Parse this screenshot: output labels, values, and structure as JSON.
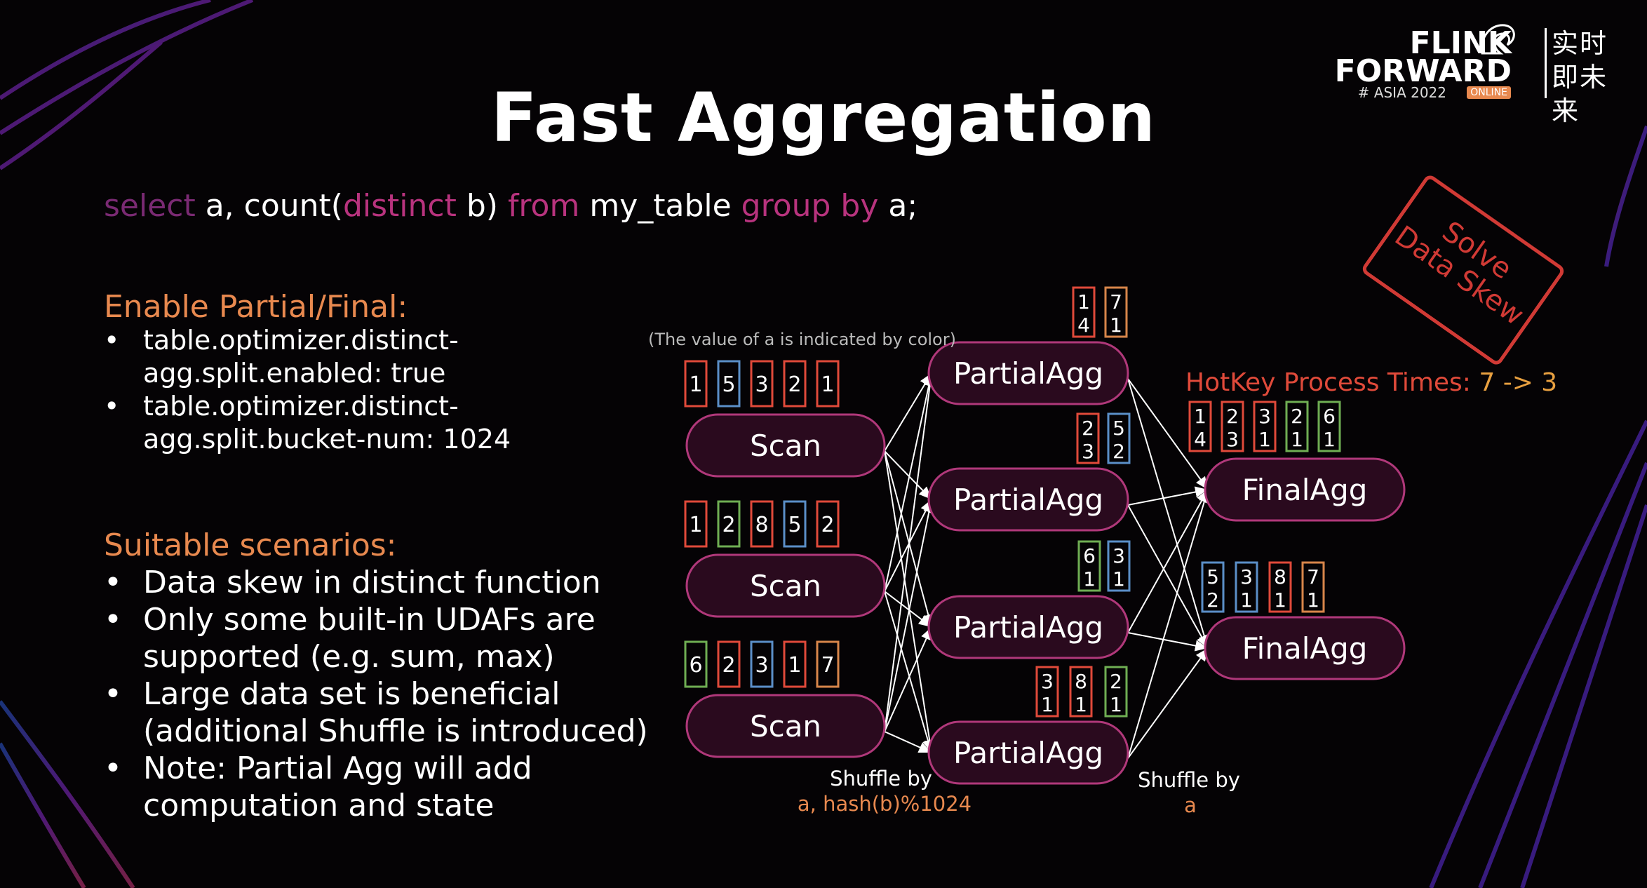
{
  "title": "Fast Aggregation",
  "sql": {
    "select": "select",
    "part1": " a, count(",
    "distinct": "distinct",
    "part2": " b) ",
    "from": "from",
    "part3": " my_table ",
    "groupby": "group by",
    "part4": " a;"
  },
  "partial_final": {
    "heading": "Enable Partial/Final:",
    "items": [
      "table.optimizer.distinct-agg.split.enabled: true",
      "table.optimizer.distinct-agg.split.bucket-num: 1024"
    ]
  },
  "scenarios": {
    "heading": "Suitable scenarios:",
    "items": [
      "Data skew in distinct function",
      "Only some built-in UDAFs are supported (e.g. sum, max)",
      "Large data set is beneficial (additional Shuffle is introduced)",
      "Note: Partial Agg will add computation and state"
    ]
  },
  "logo": {
    "line1": "FLINK",
    "line2": "FORWARD",
    "edition": "# ASIA 2022",
    "badge": "ONLINE",
    "cn": "实时即未来"
  },
  "stamp": {
    "line1": "Solve",
    "line2": "Data Skew"
  },
  "diagram": {
    "note": "(The value of a is indicated by color)",
    "hotkey_label": "HotKey Process Times: ",
    "hotkey_value": "7 -> 3",
    "shuffle1_label": "Shuffle by",
    "shuffle1_value": "a, hash(b)%1024",
    "shuffle2_label": "Shuffle by",
    "shuffle2_value": "a",
    "colors": {
      "red": "#e04a3a",
      "blue": "#5b8fc8",
      "orange": "#d8864a",
      "green": "#6fae53",
      "node_fill": "#2a0a1e",
      "node_stroke": "#b0387a"
    },
    "scan_nodes": [
      {
        "label": "Scan",
        "records": [
          {
            "v": "1",
            "c": "red"
          },
          {
            "v": "5",
            "c": "blue"
          },
          {
            "v": "3",
            "c": "red"
          },
          {
            "v": "2",
            "c": "red"
          },
          {
            "v": "1",
            "c": "red"
          }
        ]
      },
      {
        "label": "Scan",
        "records": [
          {
            "v": "1",
            "c": "red"
          },
          {
            "v": "2",
            "c": "green"
          },
          {
            "v": "8",
            "c": "red"
          },
          {
            "v": "5",
            "c": "blue"
          },
          {
            "v": "2",
            "c": "red"
          }
        ]
      },
      {
        "label": "Scan",
        "records": [
          {
            "v": "6",
            "c": "green"
          },
          {
            "v": "2",
            "c": "red"
          },
          {
            "v": "3",
            "c": "blue"
          },
          {
            "v": "1",
            "c": "red"
          },
          {
            "v": "7",
            "c": "orange"
          }
        ]
      }
    ],
    "partial_nodes": [
      {
        "label": "PartialAgg",
        "records": [
          {
            "t": "1",
            "b": "4",
            "c": "red"
          },
          {
            "t": "7",
            "b": "1",
            "c": "orange"
          }
        ]
      },
      {
        "label": "PartialAgg",
        "records": [
          {
            "t": "2",
            "b": "3",
            "c": "red"
          },
          {
            "t": "5",
            "b": "2",
            "c": "blue"
          }
        ]
      },
      {
        "label": "PartialAgg",
        "records": [
          {
            "t": "6",
            "b": "1",
            "c": "green"
          },
          {
            "t": "3",
            "b": "1",
            "c": "blue"
          }
        ]
      },
      {
        "label": "PartialAgg",
        "records": [
          {
            "t": "3",
            "b": "1",
            "c": "red"
          },
          {
            "t": "8",
            "b": "1",
            "c": "red"
          },
          {
            "t": "2",
            "b": "1",
            "c": "green"
          }
        ]
      }
    ],
    "final_nodes": [
      {
        "label": "FinalAgg",
        "records": [
          {
            "t": "1",
            "b": "4",
            "c": "red"
          },
          {
            "t": "2",
            "b": "3",
            "c": "red"
          },
          {
            "t": "3",
            "b": "1",
            "c": "red"
          },
          {
            "t": "2",
            "b": "1",
            "c": "green"
          },
          {
            "t": "6",
            "b": "1",
            "c": "green"
          }
        ]
      },
      {
        "label": "FinalAgg",
        "records": [
          {
            "t": "5",
            "b": "2",
            "c": "blue"
          },
          {
            "t": "3",
            "b": "1",
            "c": "blue"
          },
          {
            "t": "8",
            "b": "1",
            "c": "red"
          },
          {
            "t": "7",
            "b": "1",
            "c": "orange"
          }
        ]
      }
    ]
  }
}
